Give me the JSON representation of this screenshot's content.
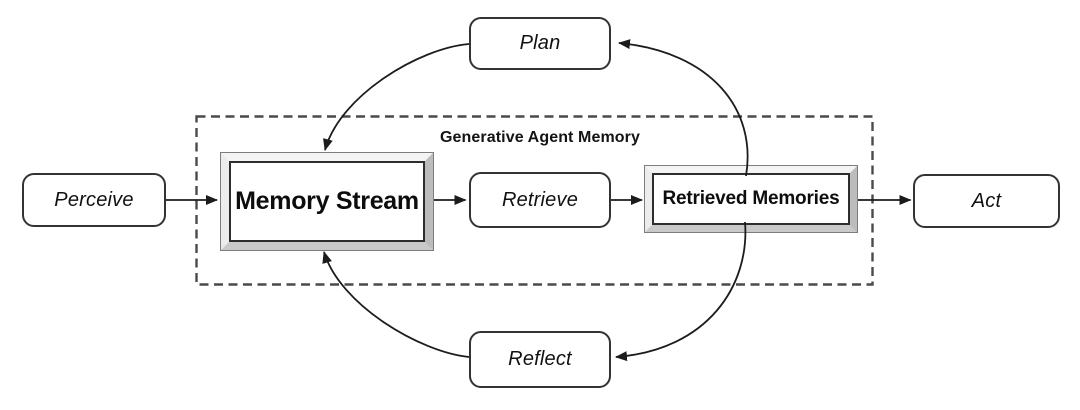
{
  "diagram": {
    "type": "flowchart",
    "nodes": {
      "perceive": {
        "label": "Perceive",
        "shape": "rounded",
        "text_style": "italic"
      },
      "memory_stream": {
        "label": "Memory Stream",
        "shape": "beveled-frame",
        "text_style": "bold"
      },
      "retrieve": {
        "label": "Retrieve",
        "shape": "rounded",
        "text_style": "italic"
      },
      "retrieved_memories": {
        "label": "Retrieved Memories",
        "shape": "beveled-frame",
        "text_style": "bold"
      },
      "act": {
        "label": "Act",
        "shape": "rounded",
        "text_style": "italic"
      },
      "plan": {
        "label": "Plan",
        "shape": "rounded",
        "text_style": "italic"
      },
      "reflect": {
        "label": "Reflect",
        "shape": "rounded",
        "text_style": "italic"
      }
    },
    "boundary": {
      "label": "Generative Agent Memory",
      "style": "dashed",
      "contains": [
        "Memory Stream",
        "Retrieve",
        "Retrieved Memories"
      ]
    },
    "edges": [
      {
        "from": "Perceive",
        "to": "Memory Stream",
        "style": "straight"
      },
      {
        "from": "Memory Stream",
        "to": "Retrieve",
        "style": "straight"
      },
      {
        "from": "Retrieve",
        "to": "Retrieved Memories",
        "style": "straight"
      },
      {
        "from": "Retrieved Memories",
        "to": "Act",
        "style": "straight"
      },
      {
        "from": "Retrieved Memories",
        "to": "Plan",
        "style": "curved"
      },
      {
        "from": "Plan",
        "to": "Memory Stream",
        "style": "curved"
      },
      {
        "from": "Retrieved Memories",
        "to": "Reflect",
        "style": "curved"
      },
      {
        "from": "Reflect",
        "to": "Memory Stream",
        "style": "curved"
      }
    ],
    "colors": {
      "background": "#ffffff",
      "node_border": "#333333",
      "node_fill": "#ffffff",
      "text": "#111111",
      "connector": "#1c1c1c",
      "dashed_boundary": "#4a4a4a",
      "bevel_light": "#f4f4f4",
      "bevel_dark": "#bcbcbc"
    }
  }
}
